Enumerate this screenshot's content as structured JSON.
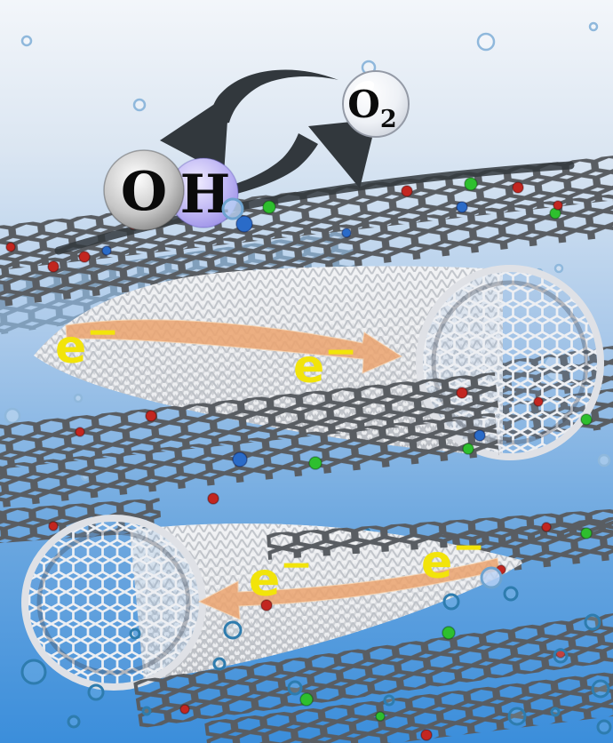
{
  "labels": {
    "o2": {
      "base": "O",
      "sub": "2"
    },
    "oh": {
      "o": "O",
      "h": "H"
    },
    "electron": {
      "base": "e",
      "sup": "−"
    }
  },
  "colors": {
    "bg-top": "#f2f5f9",
    "bg-mid": "#8ab8e6",
    "bg-bottom": "#3b8edb",
    "graphene-bond": "#595d62",
    "graphene-bond-blue": "#7e9cb8",
    "nanotube-light": "#eceef0",
    "nanotube-shadow": "#b3b6bc",
    "dopant-green": "#2ebf2e",
    "dopant-red": "#c22620",
    "dopant-blue": "#2a6bc8",
    "electron-arrow": "#eca46f",
    "electron-text": "#f2e40a",
    "dark-arrow": "#32383d",
    "bubble-outline": "#5d9fd4"
  }
}
